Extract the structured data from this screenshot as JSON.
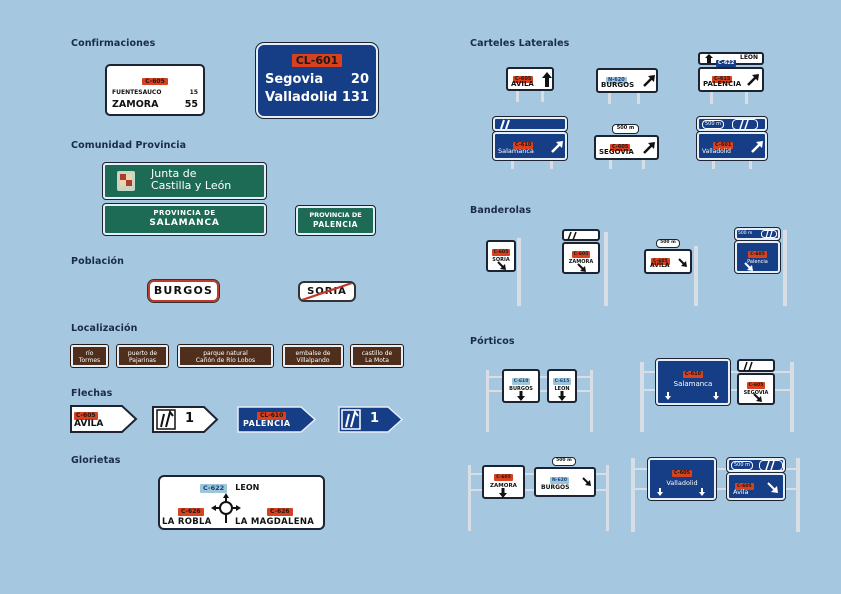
{
  "sections": {
    "confirmaciones": "Confirmaciones",
    "comunidad_provincia": "Comunidad Provincia",
    "poblacion": "Población",
    "localizacion": "Localización",
    "flechas": "Flechas",
    "glorietas": "Glorietas",
    "carteles_laterales": "Carteles Laterales",
    "banderolas": "Banderolas",
    "porticos": "Pórticos"
  },
  "confirmaciones": {
    "sign1": {
      "road": "C-605",
      "row1_name": "FUENTESAUCO",
      "row1_km": "15",
      "row2_name": "ZAMORA",
      "row2_km": "55"
    },
    "sign2": {
      "road": "CL-601",
      "row1_name": "Segovia",
      "row1_km": "20",
      "row2_name": "Valladolid",
      "row2_km": "131"
    }
  },
  "comunidad": {
    "junta_line1": "Junta de",
    "junta_line2": "Castilla y León",
    "prov1_line1": "PROVINCIA DE",
    "prov1_line2": "SALAMANCA",
    "prov2_line1": "PROVINCIA DE",
    "prov2_line2": "PALENCIA"
  },
  "poblacion": {
    "entry": "BURGOS",
    "exit": "SORIA"
  },
  "localizacion": [
    {
      "l1": "río",
      "l2": "Tormes"
    },
    {
      "l1": "puerto de",
      "l2": "Pajarinas"
    },
    {
      "l1": "parque natural",
      "l2": "Cañón de Río Lobos"
    },
    {
      "l1": "embalse de",
      "l2": "Villalpando"
    },
    {
      "l1": "castillo de",
      "l2": "La Mota"
    }
  ],
  "flechas": {
    "f1": {
      "road": "C-605",
      "name": "AVILA"
    },
    "f2": {
      "num": "1"
    },
    "f3": {
      "road": "CL-610",
      "name": "PALENCIA"
    },
    "f4": {
      "num": "1"
    }
  },
  "glorieta": {
    "top_road": "C-622",
    "top_name": "LEON",
    "left_road": "C-626",
    "left_name": "LA ROBLA",
    "right_road": "C-626",
    "right_name": "LA MAGDALENA"
  },
  "laterales": {
    "l1": {
      "road": "C-605",
      "name": "AVILA"
    },
    "l2": {
      "road": "N-620",
      "name": "BURGOS"
    },
    "l3": {
      "top_road": "C-622",
      "top_name": "LEON",
      "road": "C-615",
      "name": "PALENCIA"
    },
    "l4": {
      "road": "C-610",
      "name": "Salamanca"
    },
    "l5": {
      "dist": "500 m",
      "road": "C-605",
      "name": "SEGOVIA"
    },
    "l6": {
      "dist": "500 m",
      "road": "C-601",
      "name": "Valladolid"
    }
  },
  "banderolas": {
    "b1": {
      "road": "C-605",
      "name": "SORIA"
    },
    "b2": {
      "road": "C-605",
      "name": "ZAMORA"
    },
    "b3": {
      "dist": "500 m",
      "road": "C-605",
      "name": "AVILA"
    },
    "b4": {
      "dist": "500 m",
      "road": "C-605",
      "name": "Palencia"
    }
  },
  "porticos": {
    "p1": {
      "left_road": "C-610",
      "left_name": "BURGOS",
      "right_road": "C-615",
      "right_name": "LEON"
    },
    "p2": {
      "left_road": "C-610",
      "left_name": "Salamanca",
      "right_road": "C-605",
      "right_name": "SEGOVIA"
    },
    "p3": {
      "left_road": "C-605",
      "left_name": "ZAMORA",
      "dist": "500 m",
      "right_road": "N-620",
      "right_name": "BURGOS"
    },
    "p4": {
      "left_road": "C-605",
      "left_name": "Valladolid",
      "dist": "500 m",
      "right_road": "C-605",
      "right_name": "Avila"
    }
  }
}
